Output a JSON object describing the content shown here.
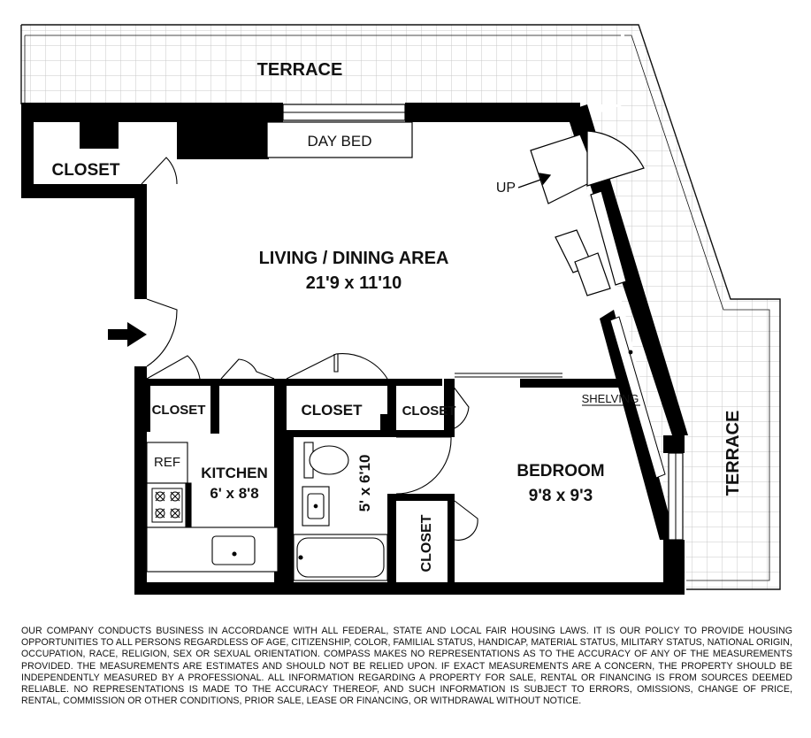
{
  "labels": {
    "terrace_top": "TERRACE",
    "terrace_right": "TERRACE",
    "day_bed": "DAY BED",
    "closet_entry": "CLOSET",
    "up": "UP",
    "living_title": "LIVING / DINING AREA",
    "living_dims": "21'9 x 11'10",
    "closet_1": "CLOSET",
    "closet_2": "CLOSET",
    "closet_3": "CLOSET",
    "closet_4": "CLOSET",
    "shelving": "SHELVING",
    "ref": "REF",
    "kitchen_title": "KITCHEN",
    "kitchen_dims": "6' x 8'8",
    "bath_dims": "5' x 6'10",
    "bedroom_title": "BEDROOM",
    "bedroom_dims": "9'8 x 9'3"
  },
  "icons": [
    "entry-arrow-icon",
    "stove-icon",
    "sink-icon",
    "toilet-icon",
    "bathtub-icon",
    "stair-icon"
  ],
  "colors": {
    "wall": "#000000",
    "terrace_grid": "#c8c8c8",
    "line": "#111111"
  },
  "disclaimer": "OUR COMPANY CONDUCTS BUSINESS IN ACCORDANCE WITH ALL FEDERAL, STATE AND LOCAL FAIR HOUSING LAWS. IT IS OUR POLICY TO PROVIDE HOUSING OPPORTUNITIES TO ALL PERSONS REGARDLESS OF AGE, CITIZENSHIP, COLOR, FAMILIAL STATUS, HANDICAP, MATERIAL STATUS, MILITARY STATUS, NATIONAL ORIGIN, OCCUPATION, RACE, RELIGION, SEX OR SEXUAL ORIENTATION. COMPASS MAKES NO REPRESENTATIONS AS TO THE ACCURACY OF ANY OF THE MEASUREMENTS PROVIDED. THE MEASUREMENTS ARE ESTIMATES AND SHOULD NOT BE RELIED UPON. IF EXACT MEASUREMENTS ARE A CONCERN, THE PROPERTY SHOULD BE INDEPENDENTLY MEASURED BY A PROFESSIONAL. ALL INFORMATION REGARDING A PROPERTY FOR SALE, RENTAL OR FINANCING IS FROM SOURCES DEEMED RELIABLE. NO REPRESENTATIONS IS MADE TO THE ACCURACY THEREOF, AND SUCH INFORMATION IS SUBJECT TO ERRORS, OMISSIONS, CHANGE OF PRICE, RENTAL, COMMISSION OR OTHER CONDITIONS, PRIOR SALE, LEASE OR FINANCING, OR WITHDRAWAL WITHOUT NOTICE."
}
